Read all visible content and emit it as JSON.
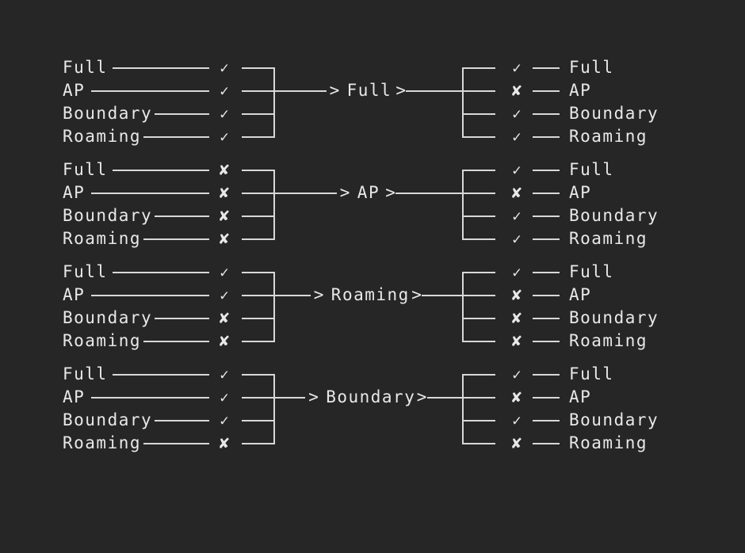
{
  "theme": {
    "background": "#262626",
    "foreground": "#e8e8e8",
    "line": "#d8d8d8"
  },
  "glyphs": {
    "check": "✓",
    "cross": "✘",
    "arrow_head": ">",
    "out_chevron": ">"
  },
  "row_labels": [
    "Full",
    "AP",
    "Boundary",
    "Roaming"
  ],
  "groups": [
    {
      "centre": "Full",
      "inputs": [
        {
          "label": "Full",
          "mark": "check"
        },
        {
          "label": "AP",
          "mark": "check"
        },
        {
          "label": "Boundary",
          "mark": "check"
        },
        {
          "label": "Roaming",
          "mark": "check"
        }
      ],
      "outputs": [
        {
          "label": "Full",
          "mark": "check"
        },
        {
          "label": "AP",
          "mark": "cross"
        },
        {
          "label": "Boundary",
          "mark": "check"
        },
        {
          "label": "Roaming",
          "mark": "check"
        }
      ]
    },
    {
      "centre": "AP",
      "inputs": [
        {
          "label": "Full",
          "mark": "cross"
        },
        {
          "label": "AP",
          "mark": "cross"
        },
        {
          "label": "Boundary",
          "mark": "cross"
        },
        {
          "label": "Roaming",
          "mark": "cross"
        }
      ],
      "outputs": [
        {
          "label": "Full",
          "mark": "check"
        },
        {
          "label": "AP",
          "mark": "cross"
        },
        {
          "label": "Boundary",
          "mark": "check"
        },
        {
          "label": "Roaming",
          "mark": "check"
        }
      ]
    },
    {
      "centre": "Roaming",
      "inputs": [
        {
          "label": "Full",
          "mark": "check"
        },
        {
          "label": "AP",
          "mark": "check"
        },
        {
          "label": "Boundary",
          "mark": "cross"
        },
        {
          "label": "Roaming",
          "mark": "cross"
        }
      ],
      "outputs": [
        {
          "label": "Full",
          "mark": "check"
        },
        {
          "label": "AP",
          "mark": "cross"
        },
        {
          "label": "Boundary",
          "mark": "cross"
        },
        {
          "label": "Roaming",
          "mark": "cross"
        }
      ]
    },
    {
      "centre": "Boundary",
      "inputs": [
        {
          "label": "Full",
          "mark": "check"
        },
        {
          "label": "AP",
          "mark": "check"
        },
        {
          "label": "Boundary",
          "mark": "check"
        },
        {
          "label": "Roaming",
          "mark": "cross"
        }
      ],
      "outputs": [
        {
          "label": "Full",
          "mark": "check"
        },
        {
          "label": "AP",
          "mark": "cross"
        },
        {
          "label": "Boundary",
          "mark": "check"
        },
        {
          "label": "Roaming",
          "mark": "cross"
        }
      ]
    }
  ]
}
